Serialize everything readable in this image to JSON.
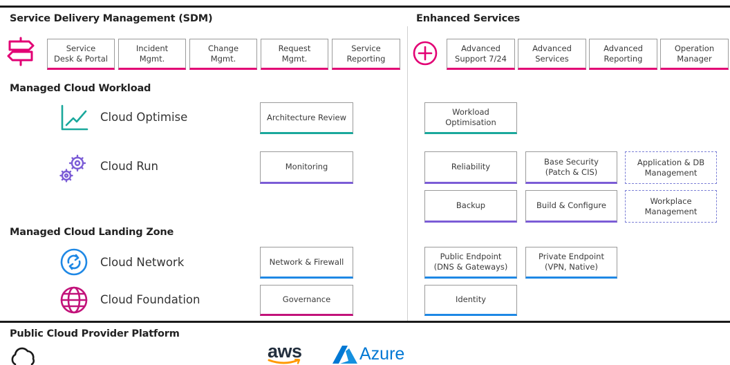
{
  "sdm": {
    "title": "Service Delivery Management (SDM)",
    "boxes": [
      "Service\nDesk & Portal",
      "Incident\nMgmt.",
      "Change\nMgmt.",
      "Request\nMgmt.",
      "Service\nReporting"
    ]
  },
  "enhanced": {
    "title": "Enhanced Services",
    "boxes": [
      "Advanced\nSupport 7/24",
      "Advanced\nServices",
      "Advanced\nReporting",
      "Operation\nManager"
    ]
  },
  "workload": {
    "title": "Managed Cloud Workload",
    "optimise": {
      "label": "Cloud Optimise",
      "box": "Architecture Review",
      "enhanced": "Workload\nOptimisation"
    },
    "run": {
      "label": "Cloud Run",
      "box": "Monitoring",
      "enhanced": [
        "Reliability",
        "Base Security\n(Patch & CIS)",
        "Application & DB\nManagement",
        "Backup",
        "Build & Configure",
        "Workplace\nManagement"
      ]
    }
  },
  "landing": {
    "title": "Managed Cloud Landing Zone",
    "network": {
      "label": "Cloud Network",
      "box": "Network & Firewall",
      "enhanced": [
        "Public Endpoint\n(DNS & Gateways)",
        "Private Endpoint\n(VPN, Native)"
      ]
    },
    "foundation": {
      "label": "Cloud Foundation",
      "box": "Governance",
      "enhanced": "Identity"
    }
  },
  "provider": {
    "title": "Public Cloud Provider Platform",
    "aws": "aws",
    "azure": "Azure"
  },
  "colors": {
    "pink": "#e20074",
    "teal": "#1aa89c",
    "purple": "#7b5cd6",
    "blue": "#1e88e5",
    "magenta": "#c2127a"
  }
}
